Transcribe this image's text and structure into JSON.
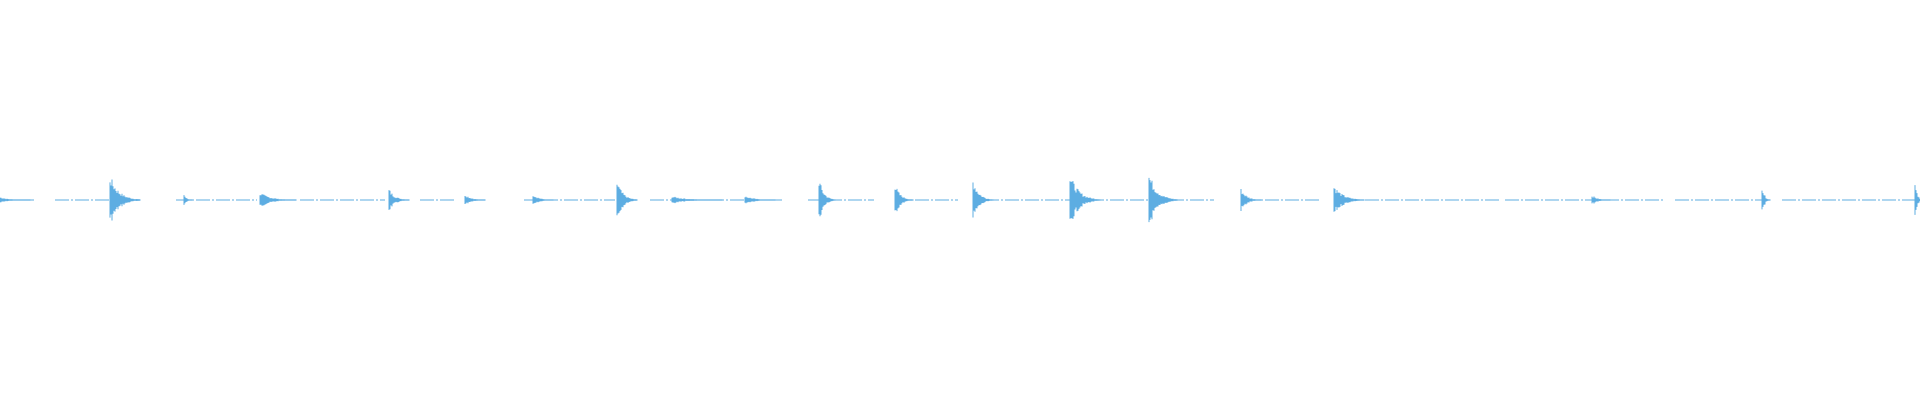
{
  "waveform": {
    "color": "#5dade2",
    "duration_units": 1920,
    "baseline_segments": [
      [
        0,
        36
      ],
      [
        55,
        140
      ],
      [
        176,
        257
      ],
      [
        300,
        385
      ],
      [
        420,
        456
      ],
      [
        524,
        615
      ],
      [
        650,
        782
      ],
      [
        808,
        874
      ],
      [
        895,
        958
      ],
      [
        985,
        1072
      ],
      [
        1090,
        1214
      ],
      [
        1245,
        1320
      ],
      [
        1345,
        1499
      ],
      [
        1505,
        1663
      ],
      [
        1675,
        1762
      ],
      [
        1782,
        1917
      ]
    ],
    "bursts": [
      {
        "t": 0,
        "amp": 0.12,
        "decay": 30
      },
      {
        "t": 110,
        "amp": 1.0,
        "decay": 30
      },
      {
        "t": 184,
        "amp": 0.25,
        "decay": 8
      },
      {
        "t": 260,
        "amp": 0.3,
        "decay": 36
      },
      {
        "t": 389,
        "amp": 0.45,
        "decay": 20
      },
      {
        "t": 465,
        "amp": 0.25,
        "decay": 20
      },
      {
        "t": 533,
        "amp": 0.25,
        "decay": 20
      },
      {
        "t": 617,
        "amp": 0.8,
        "decay": 20
      },
      {
        "t": 672,
        "amp": 0.15,
        "decay": 50
      },
      {
        "t": 745,
        "amp": 0.18,
        "decay": 30
      },
      {
        "t": 819,
        "amp": 0.9,
        "decay": 16
      },
      {
        "t": 895,
        "amp": 0.65,
        "decay": 18
      },
      {
        "t": 973,
        "amp": 0.85,
        "decay": 20
      },
      {
        "t": 1070,
        "amp": 1.05,
        "decay": 30
      },
      {
        "t": 1149,
        "amp": 1.1,
        "decay": 28
      },
      {
        "t": 1241,
        "amp": 0.45,
        "decay": 20
      },
      {
        "t": 1334,
        "amp": 0.6,
        "decay": 30
      },
      {
        "t": 1592,
        "amp": 0.2,
        "decay": 18
      },
      {
        "t": 1762,
        "amp": 0.65,
        "decay": 8
      },
      {
        "t": 1915,
        "amp": 0.95,
        "decay": 6
      }
    ]
  }
}
